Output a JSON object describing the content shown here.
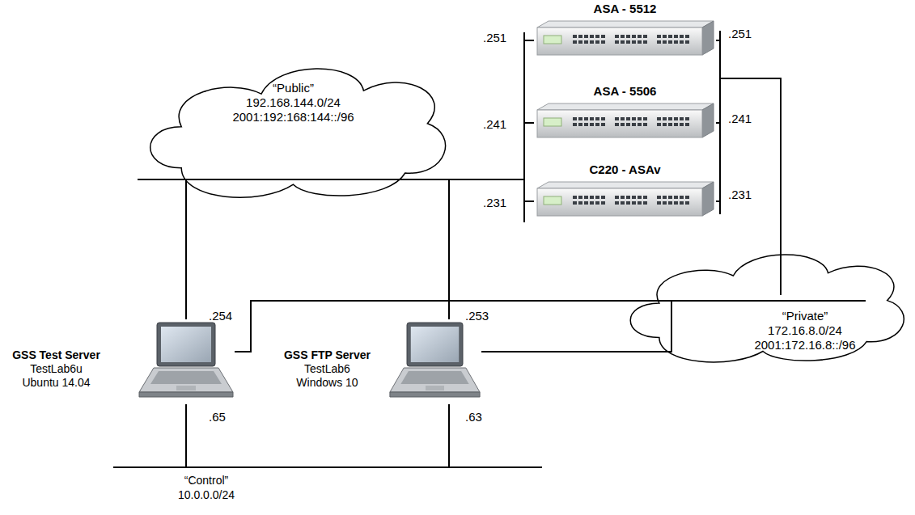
{
  "diagram": {
    "nodes": [
      {
        "text": [
          "ASA - 5512"
        ]
      },
      {
        "text": [
          "“Public”",
          "192.168.144.0/24",
          "2001:192:168:144::/96"
        ]
      },
      {
        "text": [
          "ASA - 5506"
        ]
      },
      {
        "text": [
          "C220 - ASAv"
        ]
      },
      {
        "text": [
          "“Private”",
          "172.16.8.0/24",
          "2001:172.16.8::/96"
        ]
      },
      {
        "text": [
          "GSS Test Server",
          "TestLab6u",
          "Ubuntu 14.04"
        ]
      },
      {
        "text": [
          "GSS FTP Server",
          "TestLab6",
          "Windows 10"
        ]
      }
    ],
    "edges": [
      {
        "from": 5,
        "to": 1,
        "arrow": "none"
      },
      {
        "from": 6,
        "to": 1,
        "arrow": "none"
      },
      {
        "from": 0,
        "to": 1,
        "arrow": "none"
      },
      {
        "from": 2,
        "to": 1,
        "arrow": "none"
      },
      {
        "from": 3,
        "to": 1,
        "arrow": "none"
      },
      {
        "from": 0,
        "to": 4,
        "arrow": "none"
      },
      {
        "from": 2,
        "to": 4,
        "arrow": "none"
      },
      {
        "from": 3,
        "to": 4,
        "arrow": "none"
      },
      {
        "from": 5,
        "to": 4,
        "arrow": "none"
      },
      {
        "from": 6,
        "to": 4,
        "arrow": "none"
      },
      {
        "from": 5,
        "to": 6,
        "arrow": "none"
      }
    ],
    "labels": [
      ".251",
      ".251",
      ".241",
      ".241",
      ".231",
      ".231",
      ".254",
      ".253",
      ".65",
      ".63",
      "“Control”",
      "10.0.0.0/24"
    ]
  }
}
